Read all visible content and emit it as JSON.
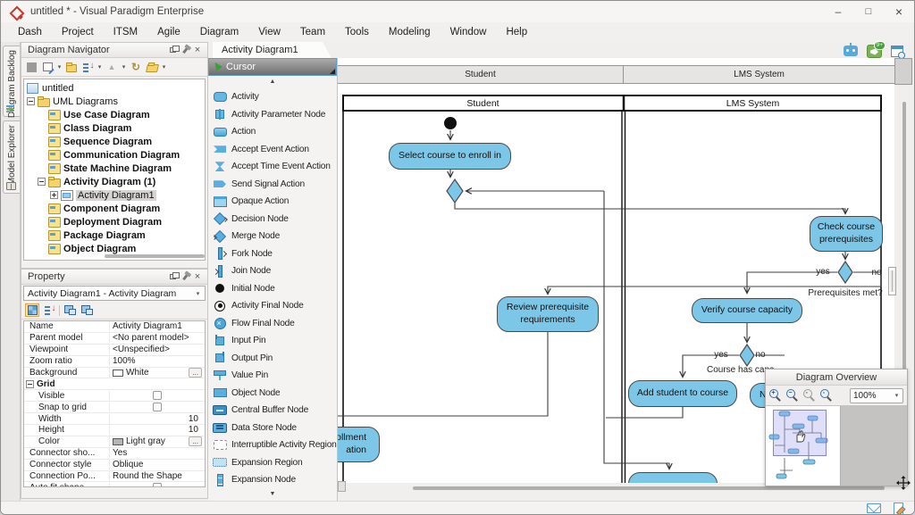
{
  "window": {
    "title": "untitled * - Visual Paradigm Enterprise"
  },
  "menu": {
    "items": [
      "Dash",
      "Project",
      "ITSM",
      "Agile",
      "Diagram",
      "View",
      "Team",
      "Tools",
      "Modeling",
      "Window",
      "Help"
    ]
  },
  "side_tabs": [
    {
      "label": "Diagram Backlog"
    },
    {
      "label": "Model Explorer"
    }
  ],
  "topbar": {
    "badge": "9+"
  },
  "navigator": {
    "title": "Diagram Navigator",
    "tree": [
      {
        "label": "untitled",
        "cls": "lvl0",
        "icon": "ti-proj"
      },
      {
        "label": "UML Diagrams",
        "cls": "lvl1 exp-minus",
        "icon": "ti-folder"
      },
      {
        "label": "Use Case Diagram",
        "cls": "lvl2 bold",
        "icon": "ti-doc"
      },
      {
        "label": "Class Diagram",
        "cls": "lvl2 bold",
        "icon": "ti-doc"
      },
      {
        "label": "Sequence Diagram",
        "cls": "lvl2 bold",
        "icon": "ti-doc"
      },
      {
        "label": "Communication Diagram",
        "cls": "lvl2 bold",
        "icon": "ti-doc"
      },
      {
        "label": "State Machine Diagram",
        "cls": "lvl2 bold",
        "icon": "ti-doc"
      },
      {
        "label": "Activity Diagram (1)",
        "cls": "lvl2 bold exp-minus",
        "icon": "ti-folder"
      },
      {
        "label": "Activity Diagram1",
        "cls": "lvl3 sel exp-plus",
        "icon": "ti-doc2"
      },
      {
        "label": "Component Diagram",
        "cls": "lvl2 bold",
        "icon": "ti-doc"
      },
      {
        "label": "Deployment Diagram",
        "cls": "lvl2 bold",
        "icon": "ti-doc"
      },
      {
        "label": "Package Diagram",
        "cls": "lvl2 bold",
        "icon": "ti-doc"
      },
      {
        "label": "Object Diagram",
        "cls": "lvl2 bold",
        "icon": "ti-doc"
      }
    ]
  },
  "property": {
    "title": "Property",
    "selector": "Activity Diagram1 - Activity Diagram",
    "more_label": "...",
    "rows": [
      {
        "label": "Name",
        "value": "Activity Diagram1",
        "cls": "t-text"
      },
      {
        "label": "Parent model",
        "value": "<No parent model>",
        "cls": "t-text"
      },
      {
        "label": "Viewpoint",
        "value": "<Unspecified>",
        "cls": "t-text"
      },
      {
        "label": "Zoom ratio",
        "value": "100%",
        "cls": "t-text"
      },
      {
        "label": "Background",
        "value": "White",
        "cls": "t-color sw-white"
      },
      {
        "label": "Grid",
        "value": "",
        "cls": "t-group"
      },
      {
        "label": "Visible",
        "value": "",
        "cls": "t-check ind"
      },
      {
        "label": "Snap to grid",
        "value": "",
        "cls": "t-check ind"
      },
      {
        "label": "Width",
        "value": "10",
        "cls": "t-num ind"
      },
      {
        "label": "Height",
        "value": "10",
        "cls": "t-num ind"
      },
      {
        "label": "Color",
        "value": "Light gray",
        "cls": "t-color sw-gray ind"
      },
      {
        "label": "Connector sho...",
        "value": "Yes",
        "cls": "t-text"
      },
      {
        "label": "Connector style",
        "value": "Oblique",
        "cls": "t-text"
      },
      {
        "label": "Connection Po...",
        "value": "Round the Shape",
        "cls": "t-text"
      },
      {
        "label": "Auto fit shape...",
        "value": "",
        "cls": "t-check"
      }
    ]
  },
  "palette": {
    "tab": "Activity Diagram1",
    "cursor_label": "Cursor",
    "items": [
      {
        "label": "Activity",
        "icon": "i-activity"
      },
      {
        "label": "Activity Parameter Node",
        "icon": "i-apn"
      },
      {
        "label": "Action",
        "icon": "i-action"
      },
      {
        "label": "Accept Event Action",
        "icon": "i-accept-event"
      },
      {
        "label": "Accept Time Event Action",
        "icon": "i-accept-time"
      },
      {
        "label": "Send Signal Action",
        "icon": "i-send-signal"
      },
      {
        "label": "Opaque Action",
        "icon": "i-opaque"
      },
      {
        "label": "Decision Node",
        "icon": "i-decision"
      },
      {
        "label": "Merge Node",
        "icon": "i-merge"
      },
      {
        "label": "Fork Node",
        "icon": "i-fork"
      },
      {
        "label": "Join Node",
        "icon": "i-join"
      },
      {
        "label": "Initial Node",
        "icon": "i-initial"
      },
      {
        "label": "Activity Final Node",
        "icon": "i-afinal"
      },
      {
        "label": "Flow Final Node",
        "icon": "i-ffinal"
      },
      {
        "label": "Input Pin",
        "icon": "i-inpin"
      },
      {
        "label": "Output Pin",
        "icon": "i-outpin"
      },
      {
        "label": "Value Pin",
        "icon": "i-valpin"
      },
      {
        "label": "Object Node",
        "icon": "i-object"
      },
      {
        "label": "Central Buffer Node",
        "icon": "i-cbuf"
      },
      {
        "label": "Data Store Node",
        "icon": "i-dstore"
      },
      {
        "label": "Interruptible Activity Region",
        "icon": "i-iregion"
      },
      {
        "label": "Expansion Region",
        "icon": "i-eregion"
      },
      {
        "label": "Expansion Node",
        "icon": "i-enode"
      }
    ]
  },
  "canvas": {
    "lanes": [
      "Student",
      "LMS System"
    ],
    "nodes": {
      "select_course": "Select course to enroll in",
      "check_prereq": "Check course prerequisites",
      "review_prereq": "Review prerequisite requirements",
      "verify_capacity": "Verify course capacity",
      "add_student": "Add student to course",
      "receive_clip": "rollment\nation",
      "hidden_clip": "N"
    },
    "labels": {
      "yes1": "yes",
      "no1": "no",
      "q1": "Prerequisites met?",
      "yes2": "yes",
      "no2": "no",
      "q2": "Course has capa"
    }
  },
  "overview": {
    "title": "Diagram Overview",
    "zoom_value": "100%"
  },
  "colors": {
    "node_fill": "#7cc7e8",
    "node_border": "#4a4a4a",
    "palette_icon_blue": "#5caede",
    "selected_tool_bg": "#8a8a8a",
    "accent_red_logo": "#c8372d"
  }
}
